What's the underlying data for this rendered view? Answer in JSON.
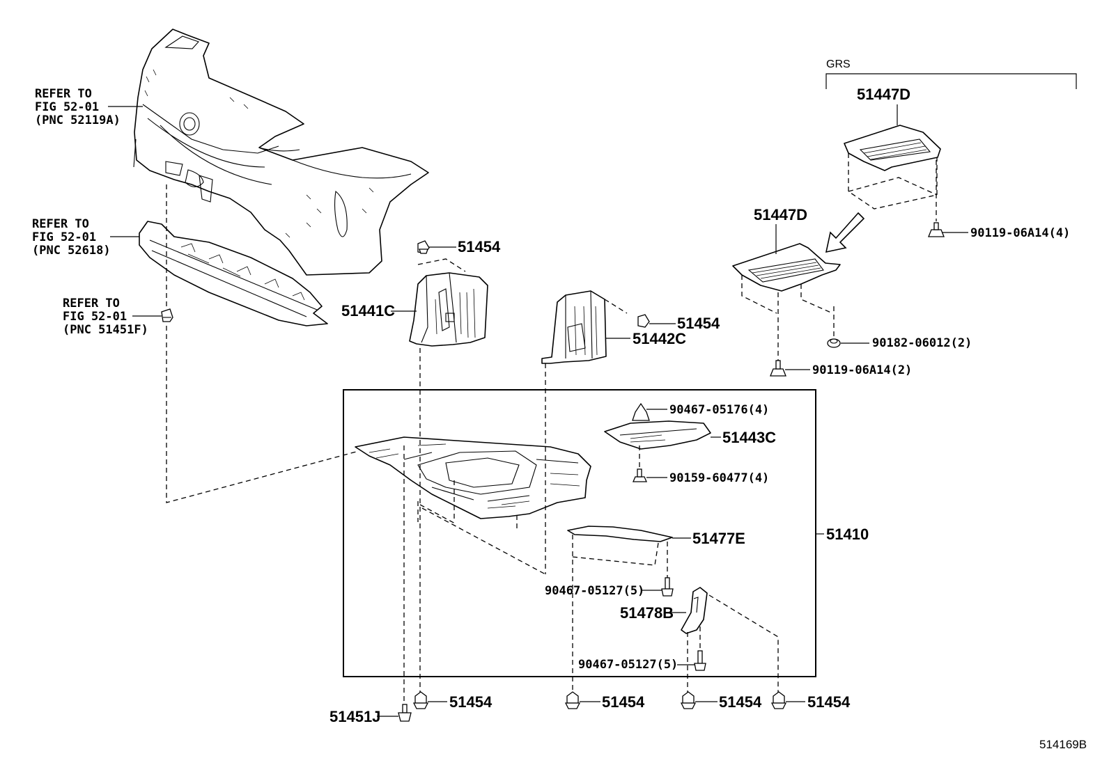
{
  "group_label": "GRS",
  "figure_code": "514169B",
  "references": [
    {
      "line1": "REFER TO",
      "line2": "FIG 52-01",
      "line3": "(PNC 52119A)"
    },
    {
      "line1": "REFER TO",
      "line2": "FIG 52-01",
      "line3": "(PNC 52618)"
    },
    {
      "line1": "REFER TO",
      "line2": "FIG 52-01",
      "line3": "(PNC 51451F)"
    }
  ],
  "parts": {
    "p51454_a": "51454",
    "p51441C": "51441C",
    "p51454_b": "51454",
    "p51442C": "51442C",
    "p51447D_top": "51447D",
    "p51447D_mid": "51447D",
    "p90119_4": "90119-06A14(4)",
    "p90182": "90182-06012(2)",
    "p90119_2": "90119-06A14(2)",
    "p90467_05176": "90467-05176(4)",
    "p51443C": "51443C",
    "p90159": "90159-60477(4)",
    "p51410": "51410",
    "p51477E": "51477E",
    "p90467_05127_a": "90467-05127(5)",
    "p51478B": "51478B",
    "p90467_05127_b": "90467-05127(5)",
    "p51451J": "51451J",
    "p51454_c": "51454",
    "p51454_d": "51454",
    "p51454_e": "51454",
    "p51454_f": "51454"
  },
  "icons": [
    "front-bumper-icon",
    "bumper-absorber-icon",
    "clip-icon",
    "splash-shield-icon",
    "under-cover-icon",
    "bracket-icon",
    "bolt-icon",
    "nut-icon",
    "arrow-icon"
  ]
}
